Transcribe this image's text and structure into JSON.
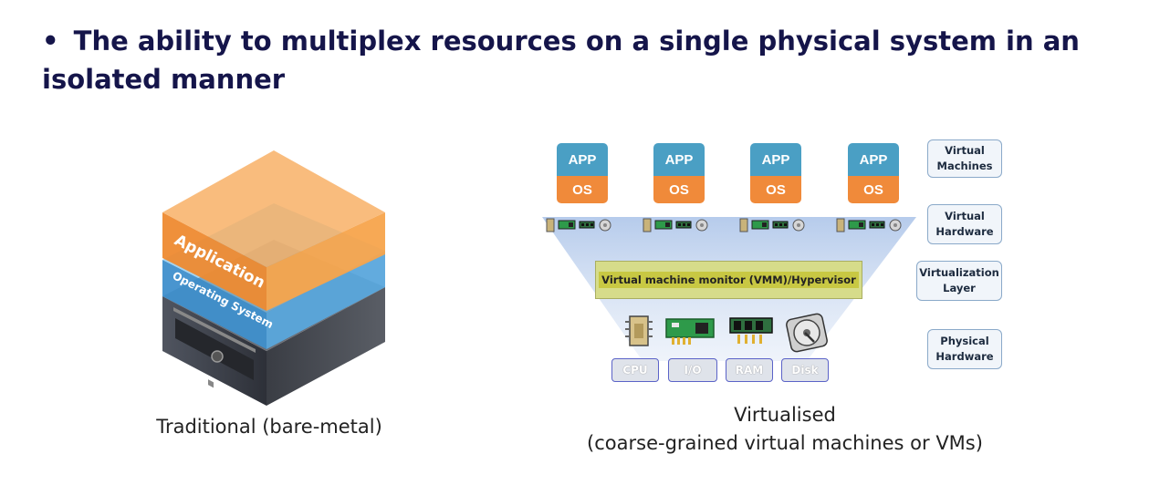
{
  "heading": {
    "bullet": "•",
    "line1": "The ability to multiplex resources on a single physical system in an",
    "line2": "isolated manner"
  },
  "traditional": {
    "layer_app": "Application",
    "layer_os": "Operating System",
    "caption": "Traditional (bare-metal)"
  },
  "virtualised": {
    "vms": [
      {
        "app": "APP",
        "os": "OS"
      },
      {
        "app": "APP",
        "os": "OS"
      },
      {
        "app": "APP",
        "os": "OS"
      },
      {
        "app": "APP",
        "os": "OS"
      }
    ],
    "vmm_label": "Virtual machine monitor (VMM)/Hypervisor",
    "hardware": [
      "CPU",
      "I/O",
      "RAM",
      "Disk"
    ],
    "layers": [
      {
        "line1": "Virtual",
        "line2": "Machines"
      },
      {
        "line1": "Virtual",
        "line2": "Hardware"
      },
      {
        "line1": "Virtualization",
        "line2": "Layer"
      },
      {
        "line1": "Physical",
        "line2": "Hardware"
      }
    ],
    "caption_line1": "Virtualised",
    "caption_line2": "(coarse-grained virtual machines or VMs)"
  },
  "colors": {
    "title": "#15154a",
    "app_blue": "#4a9fc4",
    "os_orange": "#f08a3a",
    "vmm_green": "#d6dc8a",
    "stack_orange": "#f0923a",
    "stack_blue": "#4a9ad4",
    "server_dark": "#3a3d44"
  }
}
